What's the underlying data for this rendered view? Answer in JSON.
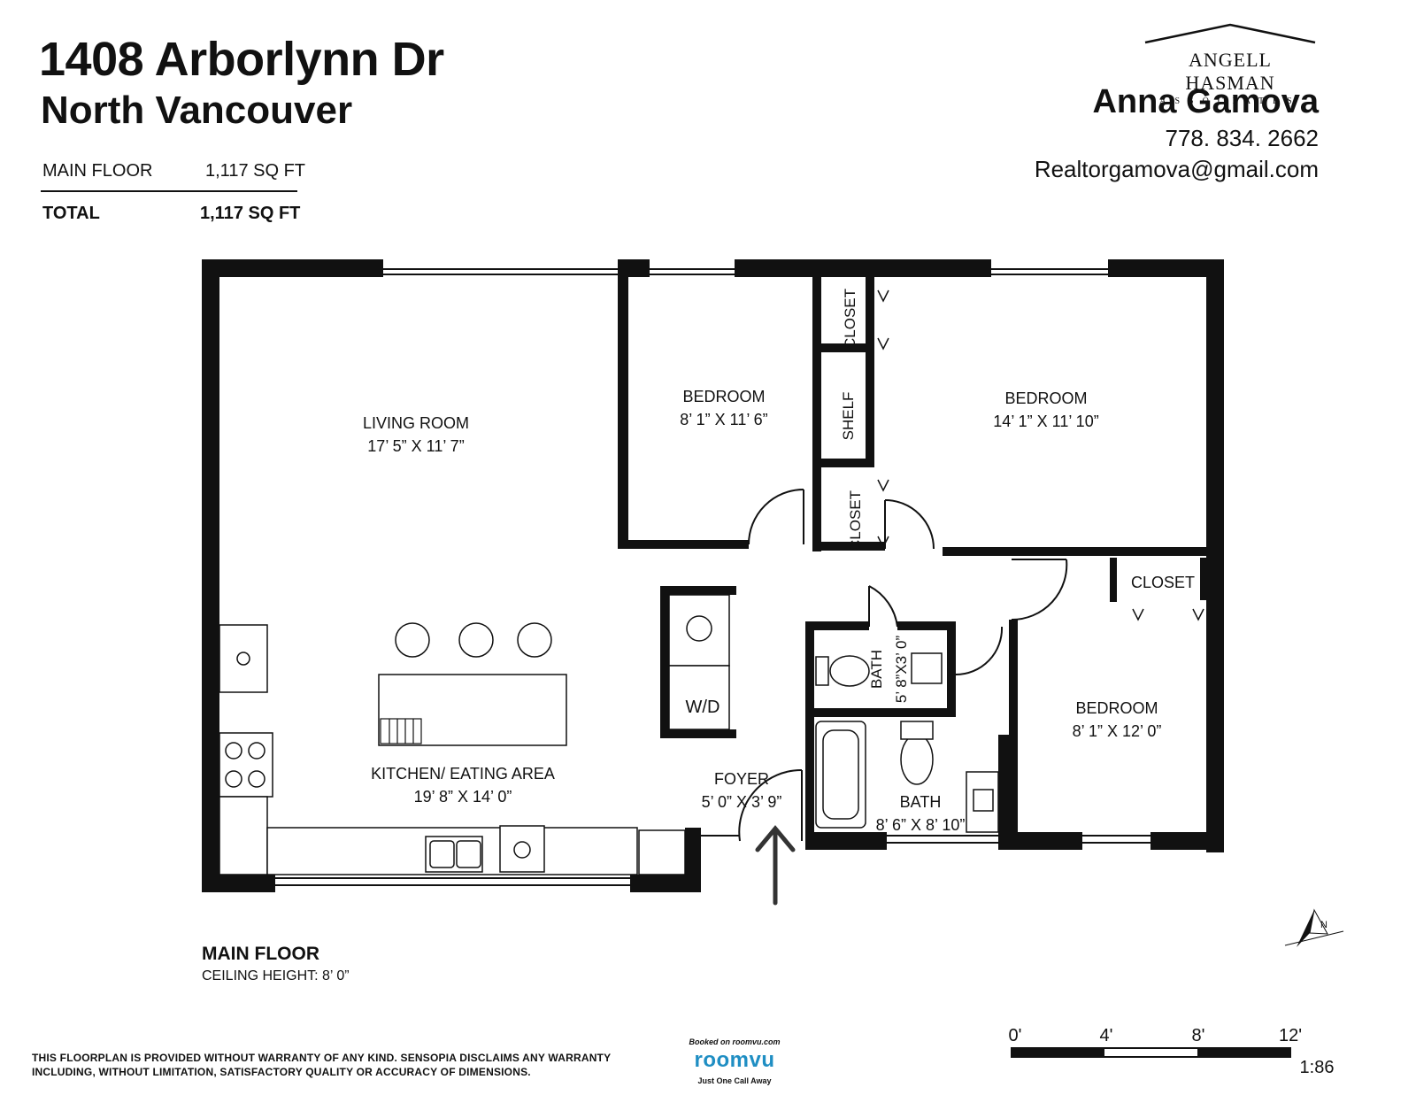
{
  "header": {
    "address_line1": "1408 Arborlynn Dr",
    "address_line2": "North Vancouver",
    "areas": [
      {
        "label": "MAIN FLOOR",
        "value": "1,117 SQ FT"
      },
      {
        "label": "TOTAL",
        "value": "1,117 SQ FT"
      }
    ]
  },
  "agent": {
    "brand_name": "ANGELL HASMAN",
    "brand_sub": "ASSOCIATES",
    "name": "Anna Gamova",
    "phone": "778. 834. 2662",
    "email": "Realtorgamova@gmail.com"
  },
  "floorplan": {
    "rooms": [
      {
        "name": "LIVING ROOM",
        "dims": "17’ 5” X 11’ 7”"
      },
      {
        "name": "BEDROOM",
        "dims": "8’ 1” X 11’ 6”"
      },
      {
        "name": "BEDROOM",
        "dims": "14’ 1” X 11’ 10”"
      },
      {
        "name": "KITCHEN/ EATING AREA",
        "dims": "19’ 8” X 14’ 0”"
      },
      {
        "name": "FOYER",
        "dims": "5’ 0” X 3’ 9”"
      },
      {
        "name": "BATH",
        "dims": "8’ 6” X 8’ 10”"
      },
      {
        "name": "BEDROOM",
        "dims": "8’ 1” X 12’ 0”"
      }
    ],
    "small_bath": {
      "name": "BATH",
      "dims": "5’ 8”X3’ 0”"
    },
    "labels": {
      "closet_top": "CLOSET",
      "shelf": "SHELF",
      "closet_mid": "CLOSET",
      "closet_right": "CLOSET",
      "washer_dryer": "W/D",
      "north": "N"
    },
    "floor_label": "MAIN FLOOR",
    "ceiling_height": "CEILING HEIGHT: 8’ 0”"
  },
  "scale": {
    "ticks": [
      "0'",
      "4'",
      "8'",
      "12'"
    ],
    "ratio": "1:86"
  },
  "footer": {
    "disclaimer_line1": "THIS FLOORPLAN IS PROVIDED WITHOUT WARRANTY OF ANY KIND. SENSOPIA DISCLAIMS ANY WARRANTY",
    "disclaimer_line2": "INCLUDING, WITHOUT LIMITATION, SATISFACTORY QUALITY OR ACCURACY OF DIMENSIONS.",
    "booked": "Booked on roomvu.com",
    "roomvu": "roomvu",
    "tagline": "Just One Call Away"
  }
}
